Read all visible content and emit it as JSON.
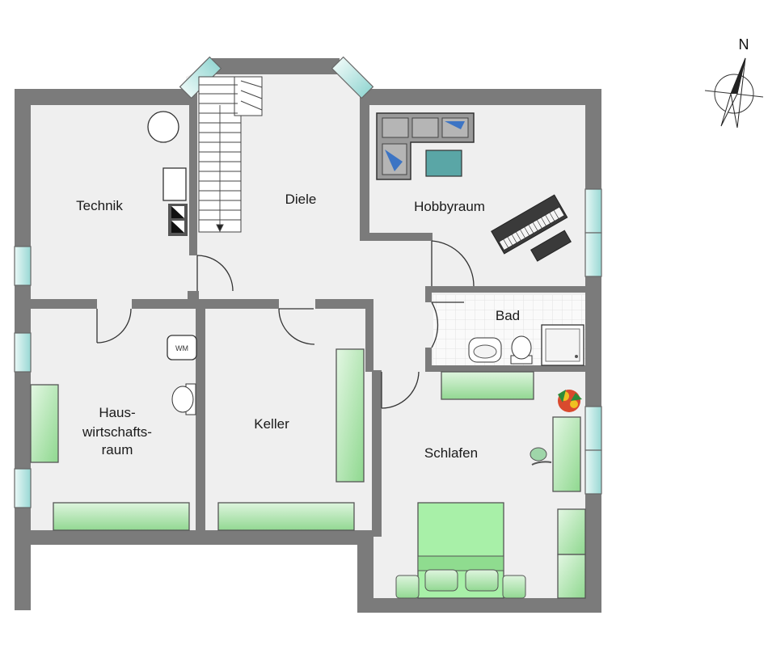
{
  "rooms": {
    "technik": "Technik",
    "diele": "Diele",
    "hobbyraum": "Hobbyraum",
    "bad": "Bad",
    "hauswirtschaftsraum": [
      "Haus-",
      "wirtschafts-",
      "raum"
    ],
    "keller": "Keller",
    "schlafen": "Schlafen"
  },
  "fixtures": {
    "washing_machine": "WM"
  },
  "compass": {
    "north": "N"
  },
  "colors": {
    "wall": "#7b7b7b",
    "floor": "#efefef",
    "furniture_green": "#a8e6a8",
    "window_glass": "#bfe8e6"
  }
}
